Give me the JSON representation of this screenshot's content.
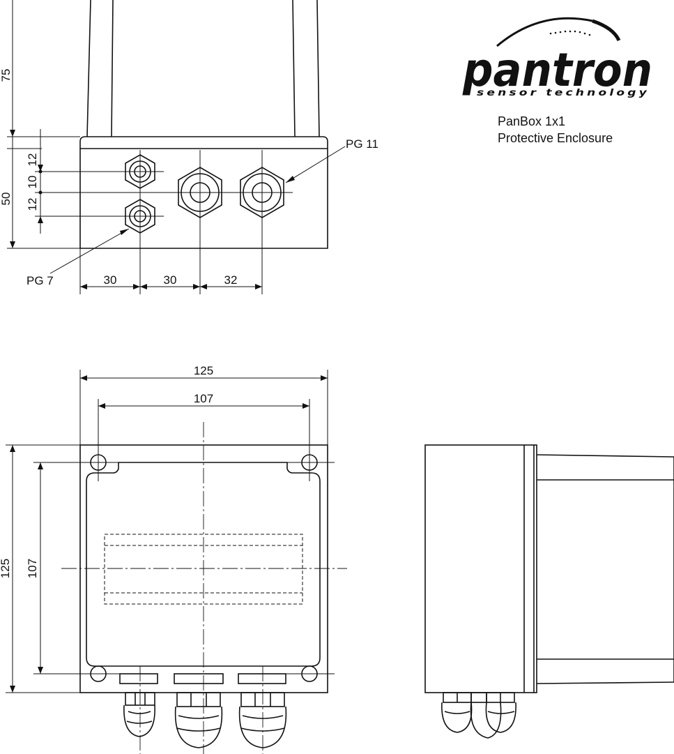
{
  "logo": {
    "brand": "pantron",
    "tagline": "sensor technology"
  },
  "product": {
    "name": "PanBox 1x1",
    "description": "Protective Enclosure"
  },
  "callouts": {
    "pg_large": "PG 11",
    "pg_small": "PG 7"
  },
  "dimensions_top": {
    "height_upper": "75",
    "height_lower": "50",
    "gland_pitch_top": "12",
    "gland_pitch_mid": "10",
    "gland_pitch_bottom": "12",
    "offset_1": "30",
    "offset_2": "30",
    "offset_3": "32"
  },
  "dimensions_front": {
    "outer_width": "125",
    "inner_width": "107",
    "outer_height": "125",
    "inner_height": "107"
  }
}
